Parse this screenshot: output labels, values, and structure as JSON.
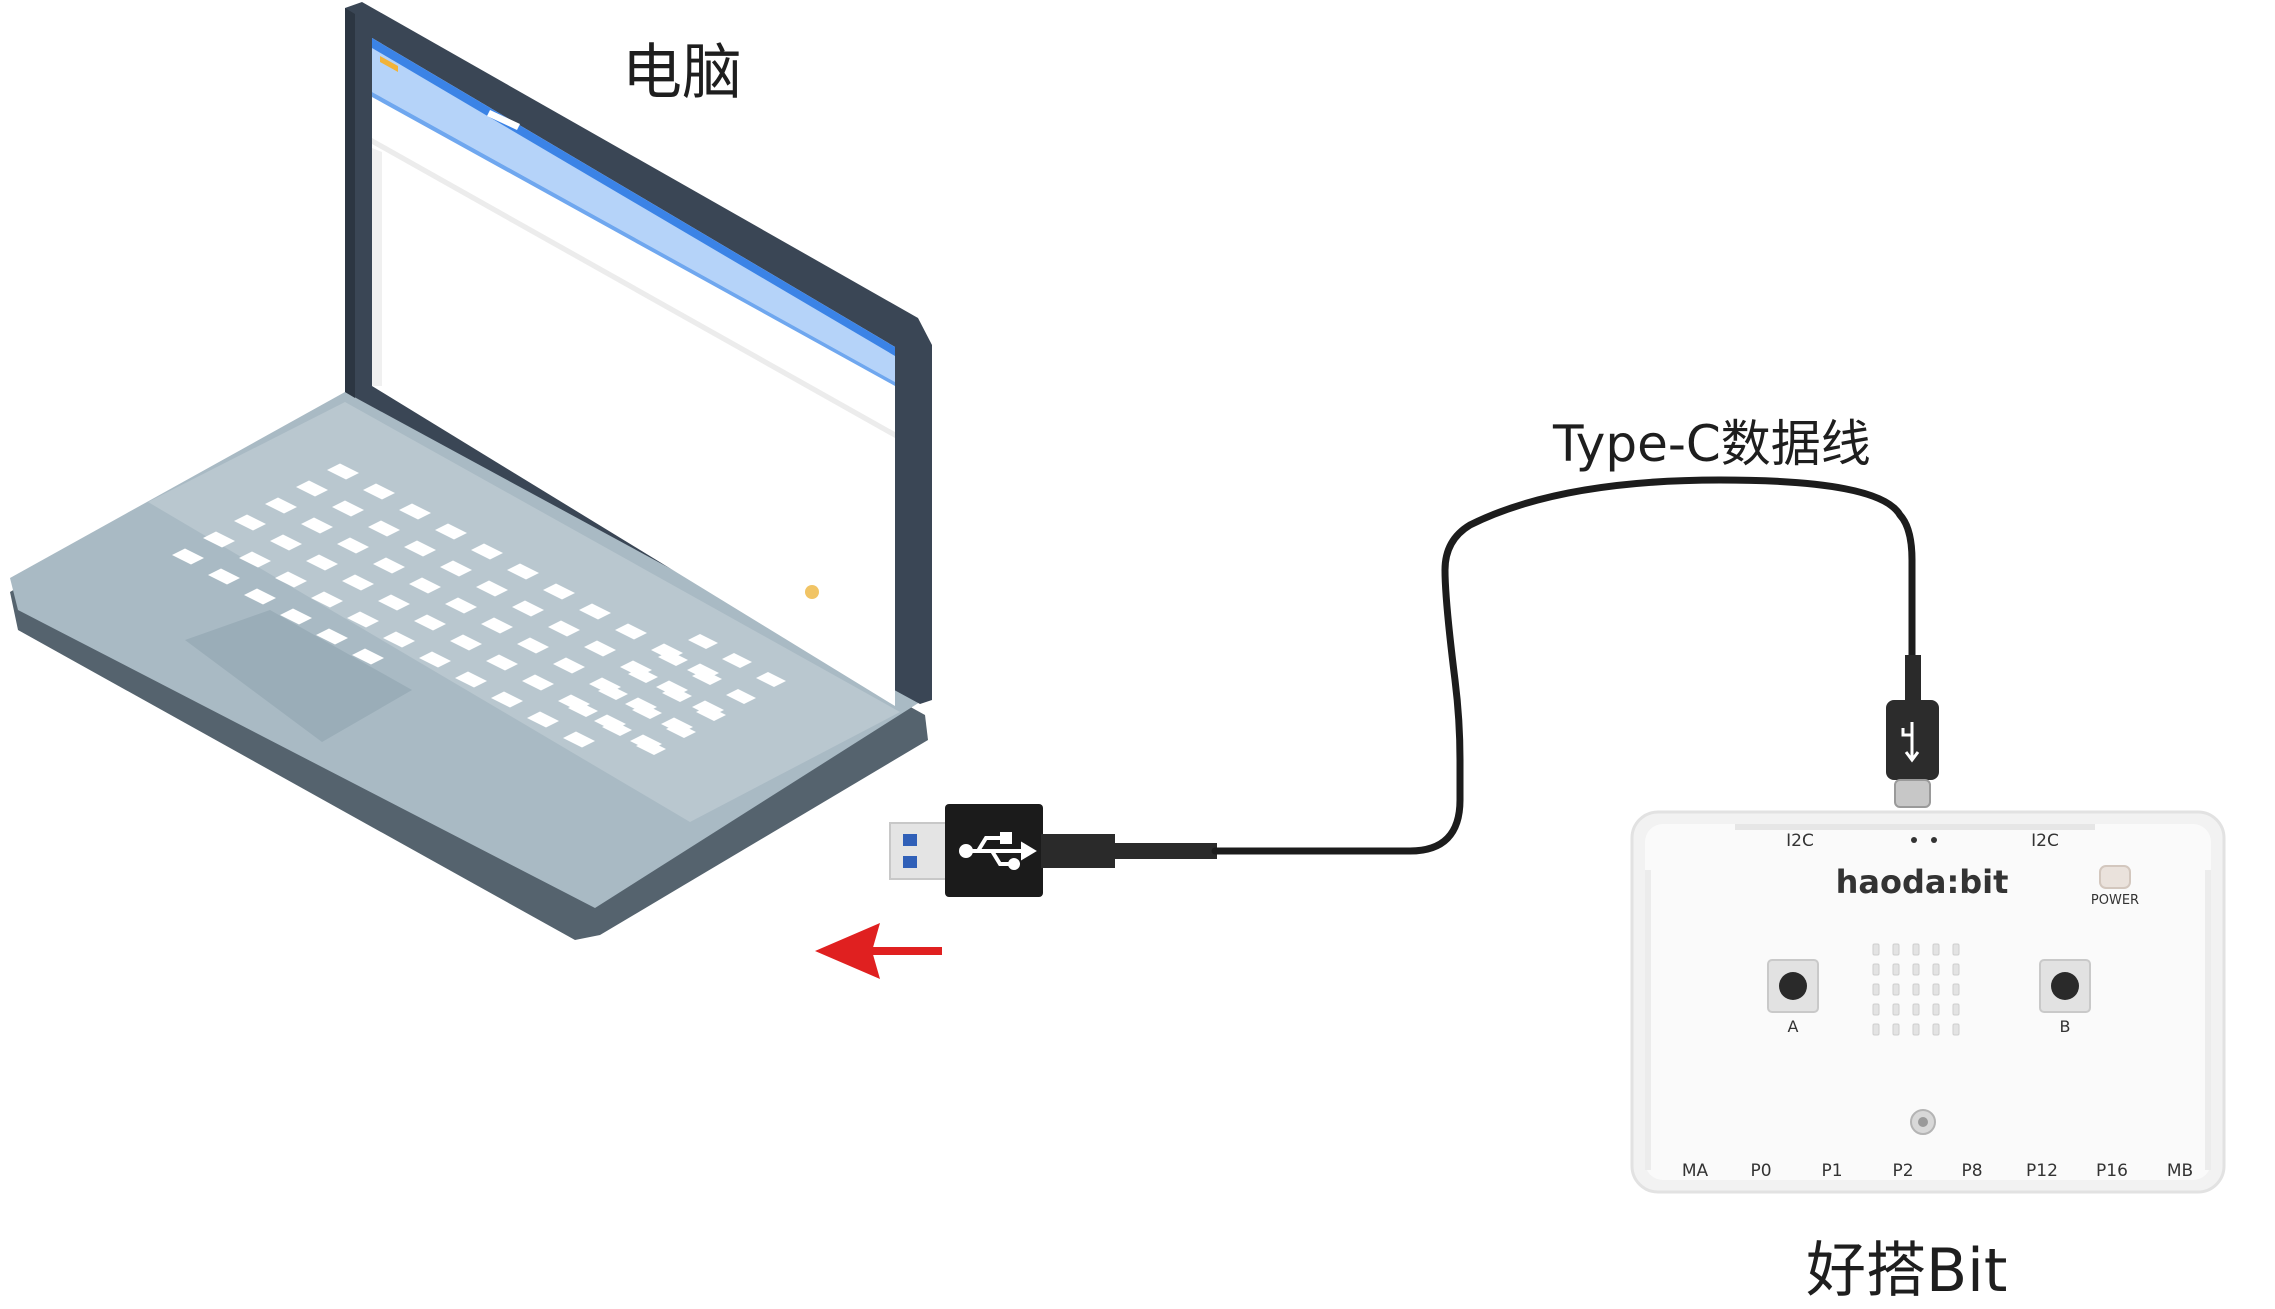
{
  "labels": {
    "computer": "电脑",
    "cable": "Type-C数据线",
    "board": "好搭Bit"
  },
  "board": {
    "brand": "haoda:bit",
    "i2c_left": "I2C",
    "i2c_right": "I2C",
    "power": "POWER",
    "button_a": "A",
    "button_b": "B",
    "pins": [
      "MA",
      "P0",
      "P1",
      "P2",
      "P8",
      "P12",
      "P16",
      "MB"
    ]
  },
  "colors": {
    "laptop_frame": "#3a4655",
    "laptop_base": "#a9b9c3",
    "keys": "#ffffff",
    "titlebar": "#b5d3f9",
    "cable": "#1c1c1c",
    "arrow": "#e02020",
    "board_case": "#f2f2f2"
  },
  "icons": [
    "usb-icon",
    "direction-arrow-icon",
    "type-c-icon"
  ]
}
